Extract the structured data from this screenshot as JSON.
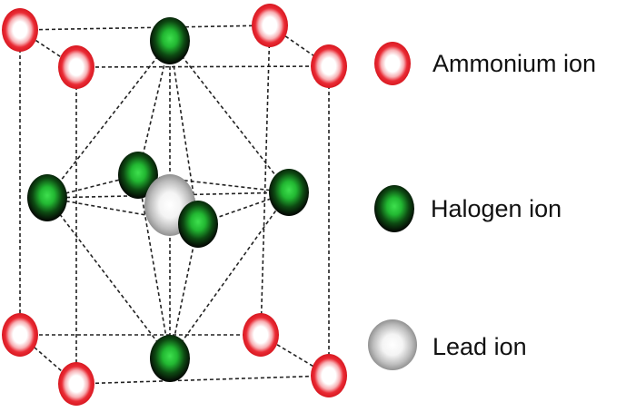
{
  "legend": [
    {
      "key": "ammonium",
      "label": "Ammonium ion"
    },
    {
      "key": "halogen",
      "label": "Halogen ion"
    },
    {
      "key": "lead",
      "label": "Lead ion"
    }
  ],
  "colors": {
    "ammonium_ring": "#e8202a",
    "ammonium_core": "#ffffff",
    "halogen_outer": "#0a1a0a",
    "halogen_core": "#2fd23f",
    "lead_outer": "#8c8c8c",
    "lead_core": "#ffffff",
    "edge": "#222222"
  }
}
